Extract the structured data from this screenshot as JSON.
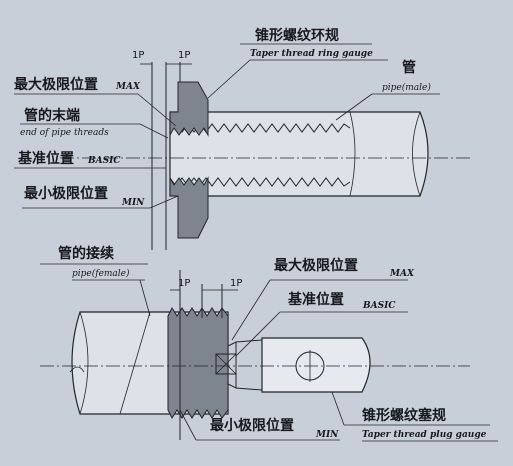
{
  "top": {
    "ring_gauge": {
      "zh": "锥形螺纹环规",
      "en": "Taper thread ring gauge"
    },
    "pipe_male": {
      "zh": "管",
      "en": "pipe(male)"
    },
    "max": {
      "zh": "最大极限位置",
      "en": "MAX"
    },
    "end_threads": {
      "zh": "管的末端",
      "en": "end of pipe threads"
    },
    "basic": {
      "zh": "基准位置",
      "en": "BASIC"
    },
    "min": {
      "zh": "最小极限位置",
      "en": "MIN"
    },
    "dim_left": "1P",
    "dim_right": "1P"
  },
  "bottom": {
    "pipe_female": {
      "zh": "管的接续",
      "en": "pipe(female)"
    },
    "max": {
      "zh": "最大极限位置",
      "en": "MAX"
    },
    "basic": {
      "zh": "基准位置",
      "en": "BASIC"
    },
    "min": {
      "zh": "最小极限位置",
      "en": "MIN"
    },
    "plug_gauge": {
      "zh": "锥形螺纹塞规",
      "en": "Taper thread plug gauge"
    },
    "dim_left": "1P",
    "dim_right": "1P"
  },
  "colors": {
    "background": "#c9cfd8",
    "gauge": "#7f858f",
    "line": "#20242c"
  }
}
